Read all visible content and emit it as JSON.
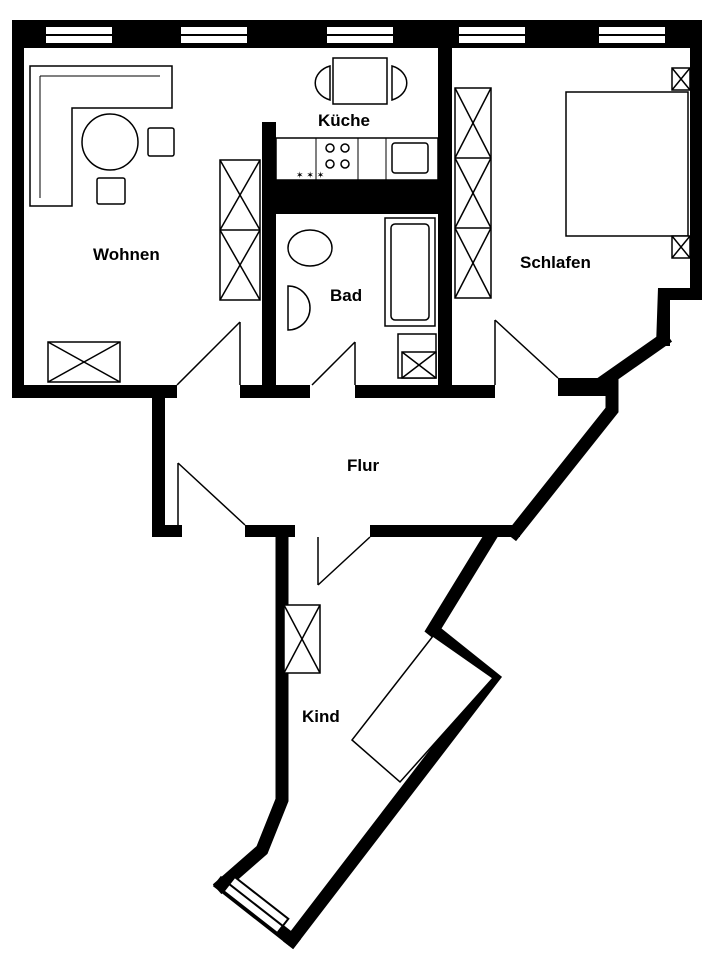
{
  "rooms": {
    "wohnen": "Wohnen",
    "kueche": "Küche",
    "bad": "Bad",
    "schlafen": "Schlafen",
    "flur": "Flur",
    "kind": "Kind"
  },
  "colors": {
    "wall": "#000000",
    "background": "#ffffff",
    "furniture": "#000000"
  }
}
